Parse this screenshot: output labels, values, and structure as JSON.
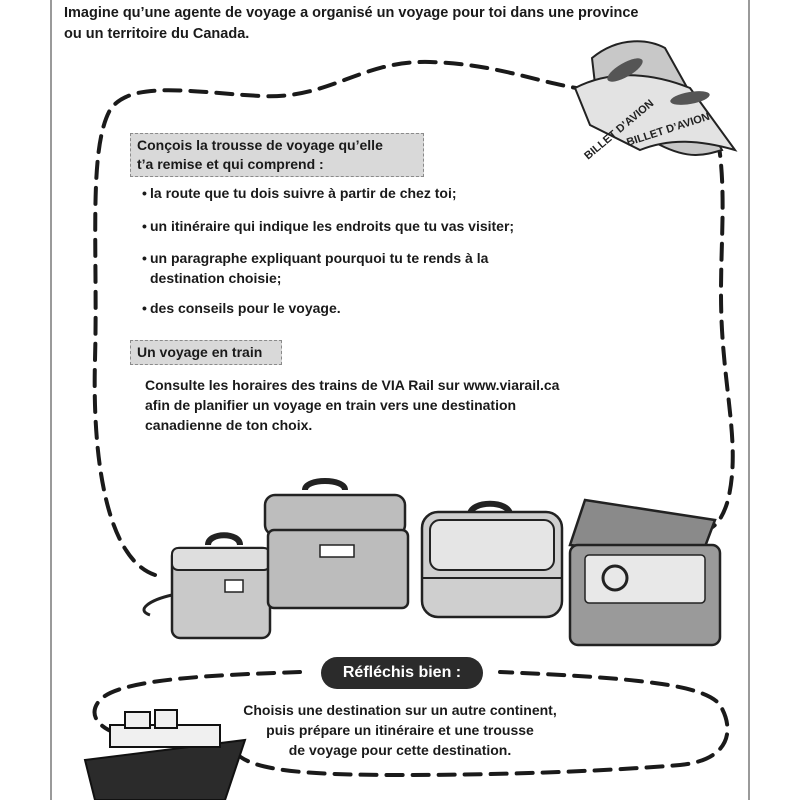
{
  "intro": {
    "line1": "Imagine qu’une agente de voyage a organisé un voyage pour toi dans une province",
    "line2": "ou un territoire du Canada."
  },
  "kit": {
    "heading_line1": "Conçois la trousse de voyage qu’elle",
    "heading_line2": "t’a remise et qui comprend :",
    "bullet_symbol": "•",
    "items": [
      {
        "line1": "la route que tu dois suivre à partir de chez toi;",
        "line2": ""
      },
      {
        "line1": "un itinéraire qui indique les endroits que tu vas visiter;",
        "line2": ""
      },
      {
        "line1": "un paragraphe expliquant pourquoi tu te rends à la",
        "line2": "destination choisie;"
      },
      {
        "line1": "des conseils pour le voyage.",
        "line2": ""
      }
    ]
  },
  "train": {
    "heading": "Un voyage en train",
    "line1": "Consulte les horaires des trains de VIA Rail sur www.viarail.ca",
    "line2": "afin de planifier un voyage en train vers une destination",
    "line3": "canadienne de ton choix."
  },
  "tickets": {
    "label_front": "BILLET D’AVION",
    "label_back": "BILLET D’AVION"
  },
  "think": {
    "badge": "Réfléchis bien :",
    "line1": "Choisis une destination sur un autre continent,",
    "line2": "puis prépare un itinéraire et une trousse",
    "line3": "de voyage pour cette destination."
  },
  "colors": {
    "text": "#1a1a1a",
    "heading_bg": "#d9d9d9",
    "badge_bg": "#2b2b2b",
    "dash": "#1a1a1a"
  }
}
